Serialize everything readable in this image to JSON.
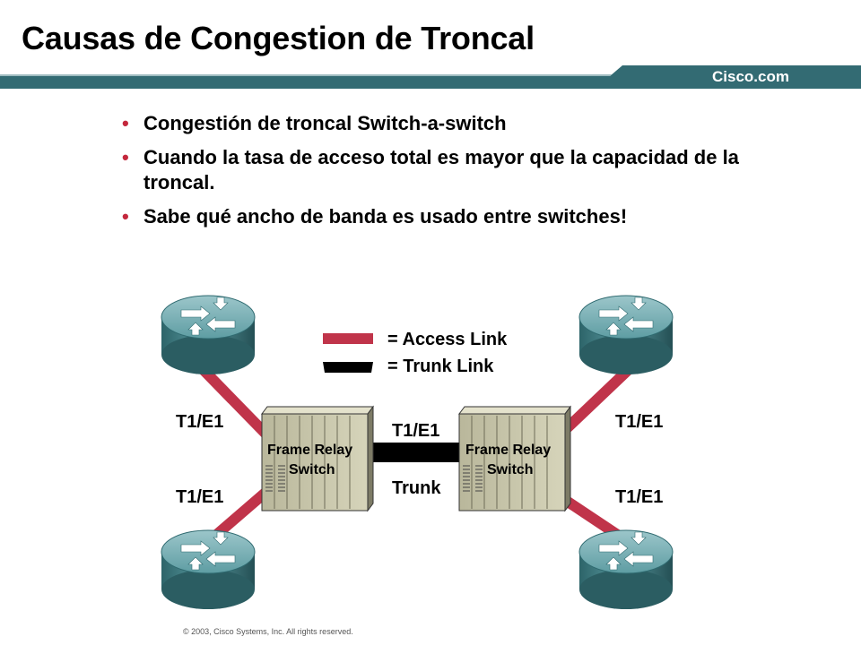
{
  "slide": {
    "title": "Causas de Congestion de Troncal",
    "brand": "Cisco.com",
    "footer": "© 2003, Cisco Systems, Inc. All rights reserved."
  },
  "bullets": [
    "Congestión de troncal Switch-a-switch",
    "Cuando la tasa de acceso total es mayor que la capacidad de la troncal.",
    "Sabe qué ancho de banda es usado entre switches!"
  ],
  "legend": {
    "access": "= Access Link",
    "trunk": "= Trunk Link"
  },
  "labels": {
    "left_top": "T1/E1",
    "left_bottom": "T1/E1",
    "right_top": "T1/E1",
    "right_bottom": "T1/E1",
    "trunk_speed": "T1/E1",
    "trunk": "Trunk"
  },
  "switches": {
    "left": [
      "Frame Relay",
      "Switch"
    ],
    "right": [
      "Frame Relay",
      "Switch"
    ]
  },
  "colors": {
    "accent": "#c4283d",
    "header_bar": "#336b73",
    "access_link": "#c0344a",
    "trunk_link": "#000000",
    "router_body": "#3e7f86",
    "switch_body": "#cbc9ad"
  }
}
